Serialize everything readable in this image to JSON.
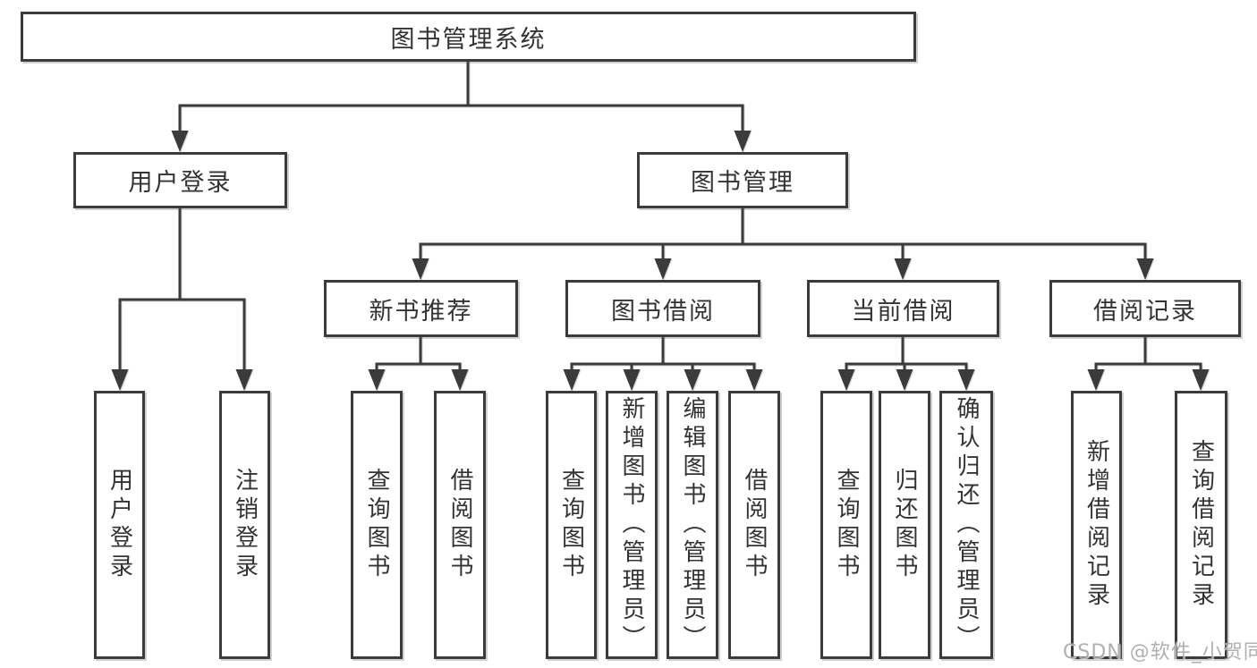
{
  "diagram": {
    "title": "图书管理系统",
    "watermark": "CSDN @软件_小贺同学",
    "colors": {
      "line": "#3b3b3b",
      "text": "#333333",
      "background": "#ffffff",
      "watermark": "#a8a8a8"
    },
    "root": {
      "label": "图书管理系统",
      "children": [
        {
          "label": "用户登录",
          "children": [
            {
              "label": "用户登录"
            },
            {
              "label": "注销登录"
            }
          ]
        },
        {
          "label": "图书管理",
          "children": [
            {
              "label": "新书推荐",
              "children": [
                {
                  "label": "查询图书"
                },
                {
                  "label": "借阅图书"
                }
              ]
            },
            {
              "label": "图书借阅",
              "children": [
                {
                  "label": "查询图书"
                },
                {
                  "label": "新增图书（管理员）"
                },
                {
                  "label": "编辑图书（管理员）"
                },
                {
                  "label": "借阅图书"
                }
              ]
            },
            {
              "label": "当前借阅",
              "children": [
                {
                  "label": "查询图书"
                },
                {
                  "label": "归还图书"
                },
                {
                  "label": "确认归还（管理员）"
                }
              ]
            },
            {
              "label": "借阅记录",
              "children": [
                {
                  "label": "新增借阅记录"
                },
                {
                  "label": "查询借阅记录"
                }
              ]
            }
          ]
        }
      ]
    }
  }
}
